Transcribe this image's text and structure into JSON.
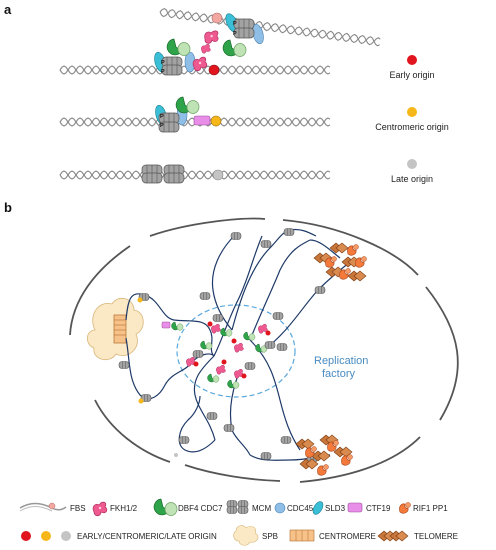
{
  "panel_a": {
    "label": "a",
    "origins": [
      {
        "label": "Early origin",
        "color": "#e0151d"
      },
      {
        "label": "Centromeric origin",
        "color": "#f6b71a"
      },
      {
        "label": "Late origin",
        "color": "#c4c4c4"
      }
    ],
    "phospho_mark": "P"
  },
  "panel_b": {
    "label": "b",
    "factory_label_line1": "Replication",
    "factory_label_line2": "factory"
  },
  "legend": {
    "row1": [
      {
        "label": "FBS"
      },
      {
        "label": "FKH1/2"
      },
      {
        "label": "DBF4 CDC7"
      },
      {
        "label": "MCM"
      },
      {
        "label": "CDC45"
      },
      {
        "label": "SLD3"
      },
      {
        "label": "CTF19"
      },
      {
        "label": "RIF1 PP1"
      }
    ],
    "row2": [
      {
        "label": "EARLY/CENTROMERIC/LATE ORIGIN"
      },
      {
        "label": "SPB"
      },
      {
        "label": "CENTROMERE"
      },
      {
        "label": "TELOMERE"
      }
    ]
  },
  "colors": {
    "early": "#e0151d",
    "centromeric": "#f6b71a",
    "late": "#c4c4c4",
    "fkh": "#ee5a8f",
    "dbf4": "#2ea34a",
    "cdc7": "#bfe3b4",
    "mcm": "#9a9a9a",
    "cdc45": "#8fbfe6",
    "sld3": "#3bbfd6",
    "ctf19": "#e98ee8",
    "rif1": "#f47a3c",
    "spb": "#fbe8c4",
    "centromere": "#f7c28a",
    "telomere": "#c8753a",
    "chromatin": "#1f3a68",
    "factory": "#5aa8dd"
  }
}
